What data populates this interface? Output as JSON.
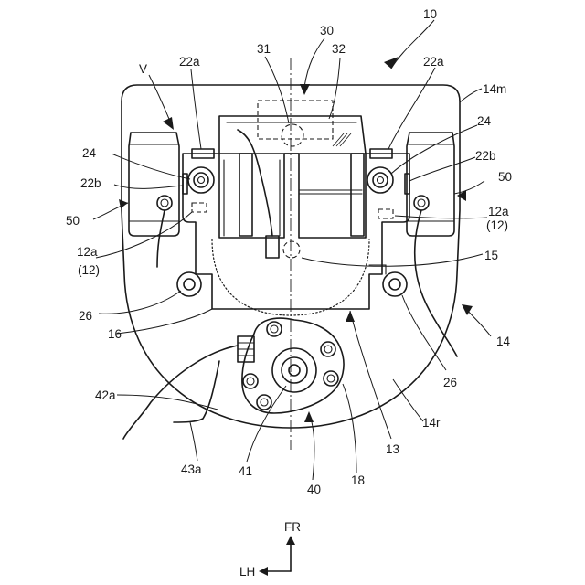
{
  "labels": {
    "l10": "10",
    "l30": "30",
    "l31": "31",
    "l32": "32",
    "l22a_left": "22a",
    "l22a_right": "22a",
    "lV": "V",
    "l14m": "14m",
    "l24_left": "24",
    "l24_right": "24",
    "l22b_left": "22b",
    "l22b_right": "22b",
    "l50_left": "50",
    "l50_right": "50",
    "l12a_left": "12a",
    "l12_left": "(12)",
    "l12a_right": "12a",
    "l12_right": "(12)",
    "l15": "15",
    "l26_left": "26",
    "l26_right": "26",
    "l14": "14",
    "l16": "16",
    "l42a": "42a",
    "l14r": "14r",
    "l13": "13",
    "l43a": "43a",
    "l41": "41",
    "l18": "18",
    "l40": "40",
    "dir_fr": "FR",
    "dir_lh": "LH"
  }
}
